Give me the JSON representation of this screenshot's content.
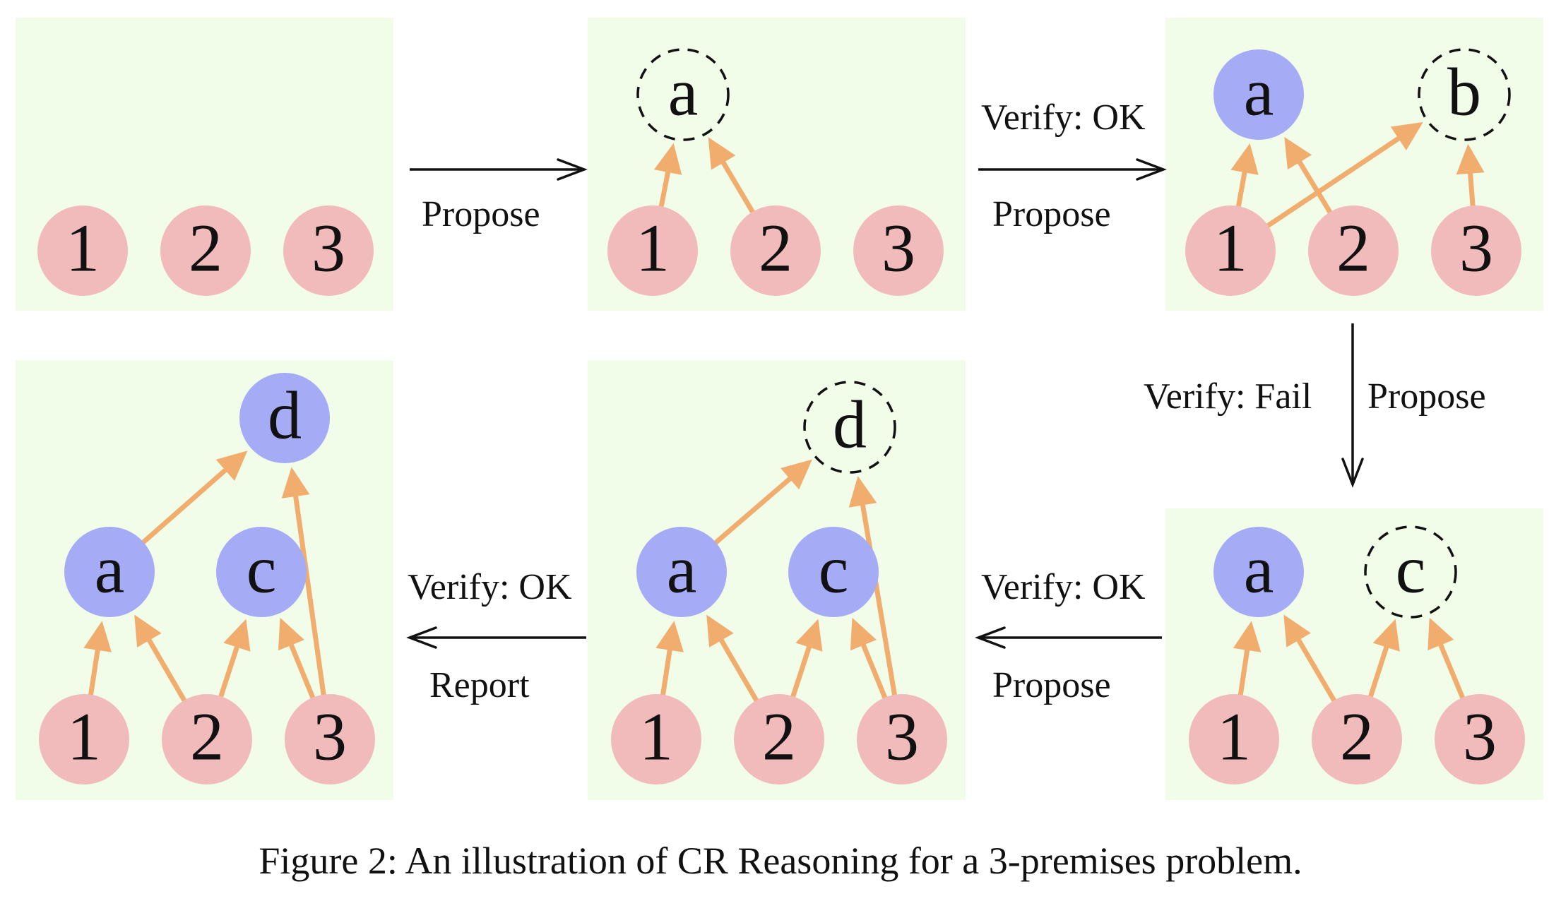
{
  "caption": "Figure 2: An illustration of CR Reasoning for a 3-premises problem.",
  "flow_labels": {
    "propose_1": "Propose",
    "verify_ok_2": "Verify: OK",
    "propose_2": "Propose",
    "verify_fail_3": "Verify: Fail",
    "propose_3": "Propose",
    "verify_ok_4": "Verify: OK",
    "propose_4": "Propose",
    "verify_ok_5": "Verify: OK",
    "report_5": "Report"
  },
  "panels": [
    {
      "id": "panel-1",
      "nodes": [
        {
          "label": "1",
          "kind": "premise"
        },
        {
          "label": "2",
          "kind": "premise"
        },
        {
          "label": "3",
          "kind": "premise"
        }
      ],
      "edges": []
    },
    {
      "id": "panel-2",
      "nodes": [
        {
          "label": "1",
          "kind": "premise"
        },
        {
          "label": "2",
          "kind": "premise"
        },
        {
          "label": "3",
          "kind": "premise"
        },
        {
          "label": "a",
          "kind": "proposed"
        }
      ],
      "edges": [
        [
          "1",
          "a"
        ],
        [
          "2",
          "a"
        ]
      ]
    },
    {
      "id": "panel-3",
      "nodes": [
        {
          "label": "1",
          "kind": "premise"
        },
        {
          "label": "2",
          "kind": "premise"
        },
        {
          "label": "3",
          "kind": "premise"
        },
        {
          "label": "a",
          "kind": "derived"
        },
        {
          "label": "b",
          "kind": "proposed"
        }
      ],
      "edges": [
        [
          "1",
          "a"
        ],
        [
          "2",
          "a"
        ],
        [
          "1",
          "b"
        ],
        [
          "3",
          "b"
        ]
      ]
    },
    {
      "id": "panel-4",
      "nodes": [
        {
          "label": "1",
          "kind": "premise"
        },
        {
          "label": "2",
          "kind": "premise"
        },
        {
          "label": "3",
          "kind": "premise"
        },
        {
          "label": "a",
          "kind": "derived"
        },
        {
          "label": "c",
          "kind": "proposed"
        }
      ],
      "edges": [
        [
          "1",
          "a"
        ],
        [
          "2",
          "a"
        ],
        [
          "2",
          "c"
        ],
        [
          "3",
          "c"
        ]
      ]
    },
    {
      "id": "panel-5",
      "nodes": [
        {
          "label": "1",
          "kind": "premise"
        },
        {
          "label": "2",
          "kind": "premise"
        },
        {
          "label": "3",
          "kind": "premise"
        },
        {
          "label": "a",
          "kind": "derived"
        },
        {
          "label": "c",
          "kind": "derived"
        },
        {
          "label": "d",
          "kind": "proposed"
        }
      ],
      "edges": [
        [
          "1",
          "a"
        ],
        [
          "2",
          "a"
        ],
        [
          "2",
          "c"
        ],
        [
          "3",
          "c"
        ],
        [
          "a",
          "d"
        ],
        [
          "3",
          "d"
        ]
      ]
    },
    {
      "id": "panel-6",
      "nodes": [
        {
          "label": "1",
          "kind": "premise"
        },
        {
          "label": "2",
          "kind": "premise"
        },
        {
          "label": "3",
          "kind": "premise"
        },
        {
          "label": "a",
          "kind": "derived"
        },
        {
          "label": "c",
          "kind": "derived"
        },
        {
          "label": "d",
          "kind": "derived"
        }
      ],
      "edges": [
        [
          "1",
          "a"
        ],
        [
          "2",
          "a"
        ],
        [
          "2",
          "c"
        ],
        [
          "3",
          "c"
        ],
        [
          "a",
          "d"
        ],
        [
          "3",
          "d"
        ]
      ]
    }
  ]
}
